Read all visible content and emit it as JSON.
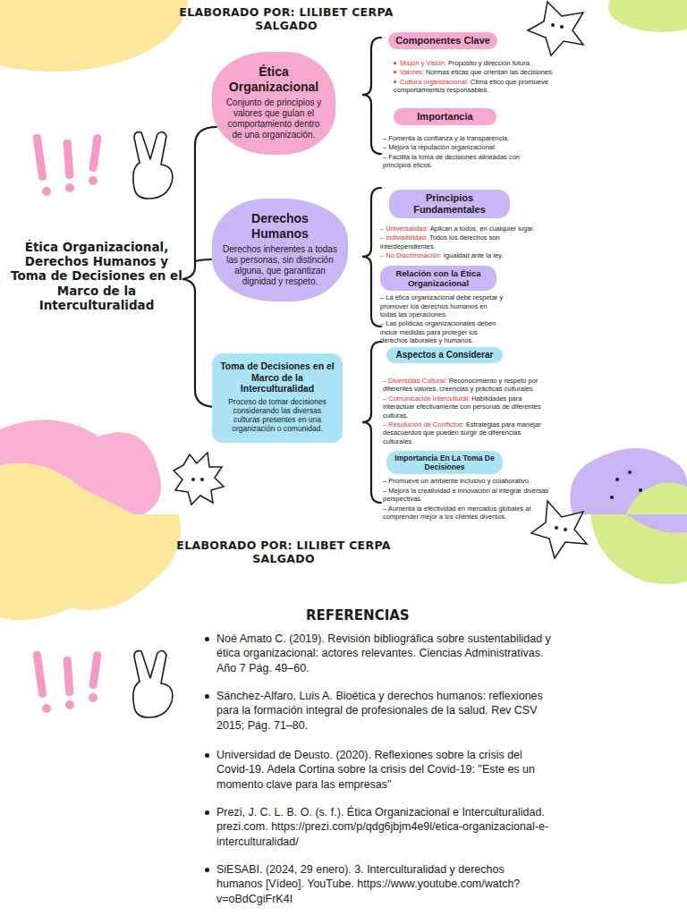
{
  "diagram": {
    "title": "Ética Organizacional, Derechos Humanos y Toma de Decisiones en el Marco de la Interculturalidad",
    "nodes": [
      {
        "text": [
          "Ética Organizacional",
          "Conjunto de principios y valores que guían el comportamiento dentro de una organización."
        ]
      },
      {
        "text": [
          "Componentes Clave"
        ]
      },
      {
        "text": [
          "Importancia"
        ]
      },
      {
        "text": [
          "Derechos Humanos",
          "Derechos inherentes a todas las personas, sin distinción alguna, que garantizan dignidad y respeto."
        ]
      },
      {
        "text": [
          "Principios Fundamentales"
        ]
      },
      {
        "text": [
          "Relación con la Ética Organizacional"
        ]
      },
      {
        "text": [
          "Toma de Decisiones en el Marco de la Interculturalidad",
          "Proceso de tomar decisiones considerando las diversas culturas presentes en una organización o comunidad."
        ]
      },
      {
        "text": [
          "Aspectos a Considerar"
        ]
      },
      {
        "text": [
          "Importancia En La Toma De Decisiones"
        ]
      }
    ],
    "labels": [
      "ELABORADO POR: LILIBET CERPA SALGADO",
      "Misión y Visión:",
      "Propósito y dirección futura.",
      "Valores:",
      "Normas éticas que orientan las decisiones.",
      "Cultura organizacional:",
      "Clima ético que promueve comportamientos responsables.",
      "– Fomenta la confianza y la transparencia.",
      "– Mejora la reputación organizacional.",
      "– Facilita la toma de decisiones alineadas con principios éticos.",
      "– Universalidad:",
      "Aplican a todos, en cualquier lugar.",
      "– Indivisibilidad:",
      "Todos los derechos son interdependientes.",
      "– No Discriminación:",
      "Igualdad ante la ley.",
      "– La ética organizacional debe respetar y promover los derechos humanos en todas las operaciones.",
      "– Las políticas organizacionales deben incluir medidas para proteger los derechos laborales y humanos.",
      "– Diversidad Cultural:",
      "Reconocimiento y respeto por diferentes valores, creencias y prácticas culturales.",
      "– Comunicación Intercultural:",
      "Habilidades para interactuar efectivamente con personas de diferentes culturas.",
      "– Resolución de Conflictos:",
      "Estrategias para manejar desacuerdos que pueden surgir de diferencias culturales.",
      "– Promueve un ambiente inclusivo y colaborativo.",
      "– Mejora la creatividad e innovación al integrar diversas perspectivas.",
      "– Aumenta la efectividad en mercados globales al comprender mejor a los clientes diversos.",
      "ELABORADO POR: LILIBET CERPA SALGADO",
      "REFERENCIAS",
      "Noé Amato C. (2019). Revisión bibliográfica sobre sustentabilidad y ética organizacional: actores relevantes. Ciencias Administrativas. Año 7 Pág. 49–60.",
      "Sánchez-Alfaro, Luis A. Bioética y derechos humanos: reflexiones para la formación integral de profesionales de la salud. Rev CSV 2015; Pág. 71–80.",
      "Universidad de Deusto. (2020). Reflexiones sobre la crisis del Covid-19. Adela Cortina sobre la crisis del Covid-19: \"Este es un momento clave para las empresas\"",
      "Prezi, J. C. L. B. O. (s. f.). Ética Organizacional e Interculturalidad. prezi.com. https://prezi.com/p/qdg6jbjm4e9l/etica-organizacional-e-interculturalidad/",
      "SiESABI. (2024, 29 enero). 3. Interculturalidad y derechos humanos [Vídeo]. YouTube. https://www.youtube.com/watch?v=oBdCgiFrK4I"
    ]
  }
}
